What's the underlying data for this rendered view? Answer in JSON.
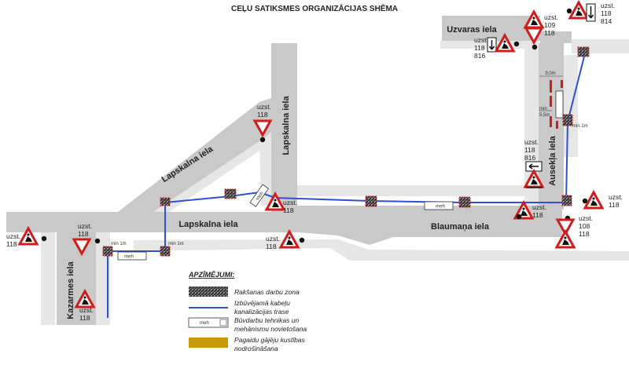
{
  "title": "CEĻU SATIKSMES ORGANIZĀCIJAS SHĒMA",
  "streets": {
    "uzvaras": "Uzvaras iela",
    "lapskalna_diag": "Lapskalna iela",
    "lapskalna_vert": "Lapskalna iela",
    "lapskalna_main": "Lapskalna iela",
    "blaumana": "Blaumaņa iela",
    "kazarmes": "Kazarmes iela",
    "auseklja": "Ausekļa iela"
  },
  "signs": {
    "uzst": "uzst.",
    "s118": "118",
    "s109": "109",
    "s108": "108",
    "s814": "814",
    "s816": "816"
  },
  "dimensions": {
    "d9": "9,0m",
    "d5": "min\n5,5m",
    "dmin1": "min 1m"
  },
  "equipment": {
    "meh": "meh"
  },
  "legend": {
    "heading": "APZĪMĒJUMI:",
    "items": [
      {
        "line1": "Rakšanas darbu zona",
        "line2": ""
      },
      {
        "line1": "Izbūvējamā kabeļu",
        "line2": "kanalizācijas trase"
      },
      {
        "line1": "Būvdarbu tehnikas un",
        "line2": "mehānismu novietošana"
      },
      {
        "line1": "Pagaidu gājēju kustības",
        "line2": "nodrošināšana"
      }
    ]
  },
  "colors": {
    "road": "#c9c9c9",
    "road_dark": "#b5b5b5",
    "sidewalk": "#e6e6e6",
    "trace": "#2f4fd8",
    "sign_red": "#d21b1b",
    "pedestrian": "#c99a06"
  }
}
